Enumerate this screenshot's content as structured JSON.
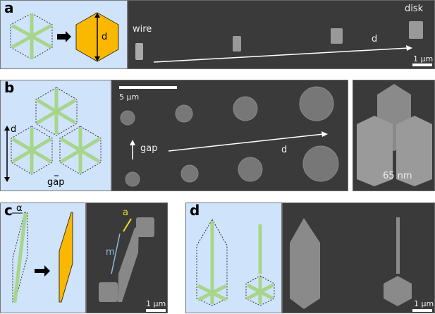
{
  "panels": {
    "a": {
      "label": "a",
      "wire": "wire",
      "disk": "disk",
      "arrow": "d",
      "dim": "d",
      "scale": "1 µm"
    },
    "b": {
      "label": "b",
      "dim_d": "d",
      "gap": "gap",
      "scale": "5 µm",
      "sem_gap": "gap",
      "sem_d": "d",
      "closeup": "65 nm"
    },
    "c": {
      "label": "c",
      "angle": "α",
      "a": "a",
      "m": "m",
      "scale": "1 µm"
    },
    "d": {
      "label": "d",
      "scale": "1 µm"
    }
  },
  "colors": {
    "schematic_bg": "#cfe3fb",
    "green": "#a8d58a",
    "orange": "#fbb800",
    "sem_bg": "#3a3a3a",
    "yellow": "#f0e020",
    "blue": "#8cb8e0"
  }
}
